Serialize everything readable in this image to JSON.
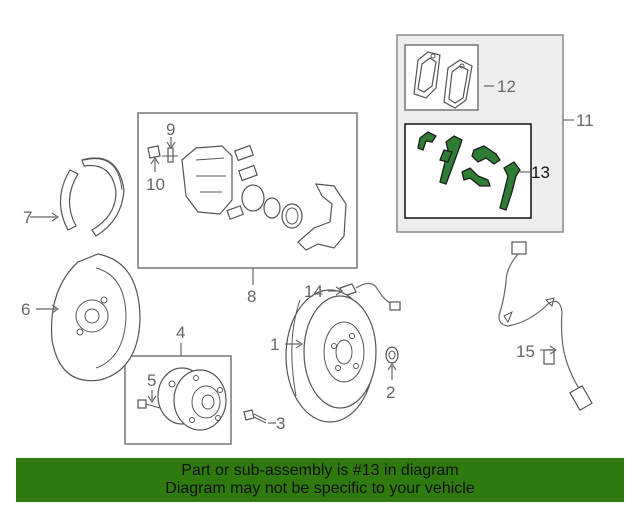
{
  "callouts": {
    "p1": "1",
    "p2": "2",
    "p3": "3",
    "p4": "4",
    "p5": "5",
    "p6": "6",
    "p7": "7",
    "p8": "8",
    "p9": "9",
    "p10": "10",
    "p11": "11",
    "p12": "12",
    "p13": "13",
    "p14": "14",
    "p15": "15"
  },
  "banner": {
    "line1": "Part or sub-assembly is #13 in diagram",
    "line2": "Diagram may not be specific to your vehicle"
  },
  "colors": {
    "highlight": "#2f7d35",
    "banner": "#2e7a0e",
    "group_fill": "#eeeeee"
  }
}
